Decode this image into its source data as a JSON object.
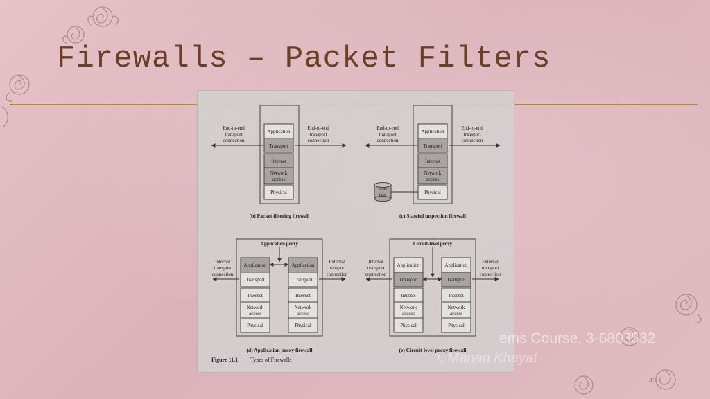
{
  "slide": {
    "title": "Firewalls – Packet Filters",
    "watermark_course": "ems Course, 3-6803532",
    "watermark_name": "i. Manan Khayat",
    "page_number": "43"
  },
  "figure": {
    "caption_number": "Figure 11.1",
    "caption_text": "Types of Firewalls",
    "panels": {
      "b": {
        "caption": "(b) Packet filtering firewall",
        "left_label": [
          "End-to-end",
          "transport",
          "connection"
        ],
        "right_label": [
          "End-to-end",
          "transport",
          "connection"
        ],
        "stack": [
          "Application",
          "Transport",
          "Internet",
          "Network",
          "access",
          "Physical"
        ]
      },
      "c": {
        "caption": "(c) Stateful inspection firewall",
        "left_label": [
          "End-to-end",
          "transport",
          "connection"
        ],
        "right_label": [
          "End-to-end",
          "transport",
          "connection"
        ],
        "stack": [
          "Application",
          "Transport",
          "Internet",
          "Network",
          "access",
          "Physical"
        ],
        "state_label": [
          "State",
          "info"
        ]
      },
      "d": {
        "caption": "(d) Application proxy firewall",
        "proxy_label": "Application proxy",
        "left_label": [
          "Internal",
          "transport",
          "connection"
        ],
        "right_label": [
          "External",
          "transport",
          "connection"
        ],
        "stack": [
          "Application",
          "Transport",
          "Internet",
          "Network",
          "access",
          "Physical"
        ]
      },
      "e": {
        "caption": "(e) Circuit-level proxy firewall",
        "proxy_label": "Circuit-level proxy",
        "left_label": [
          "Internal",
          "transport",
          "connection"
        ],
        "right_label": [
          "External",
          "transport",
          "connection"
        ],
        "stack": [
          "Application",
          "Transport",
          "Internet",
          "Network",
          "access",
          "Physical"
        ]
      }
    }
  },
  "colors": {
    "title": "#6b3f23",
    "rule": "#b08a42",
    "layer_dark": "#a9a3a3",
    "layer_light": "#e6e1e1"
  }
}
